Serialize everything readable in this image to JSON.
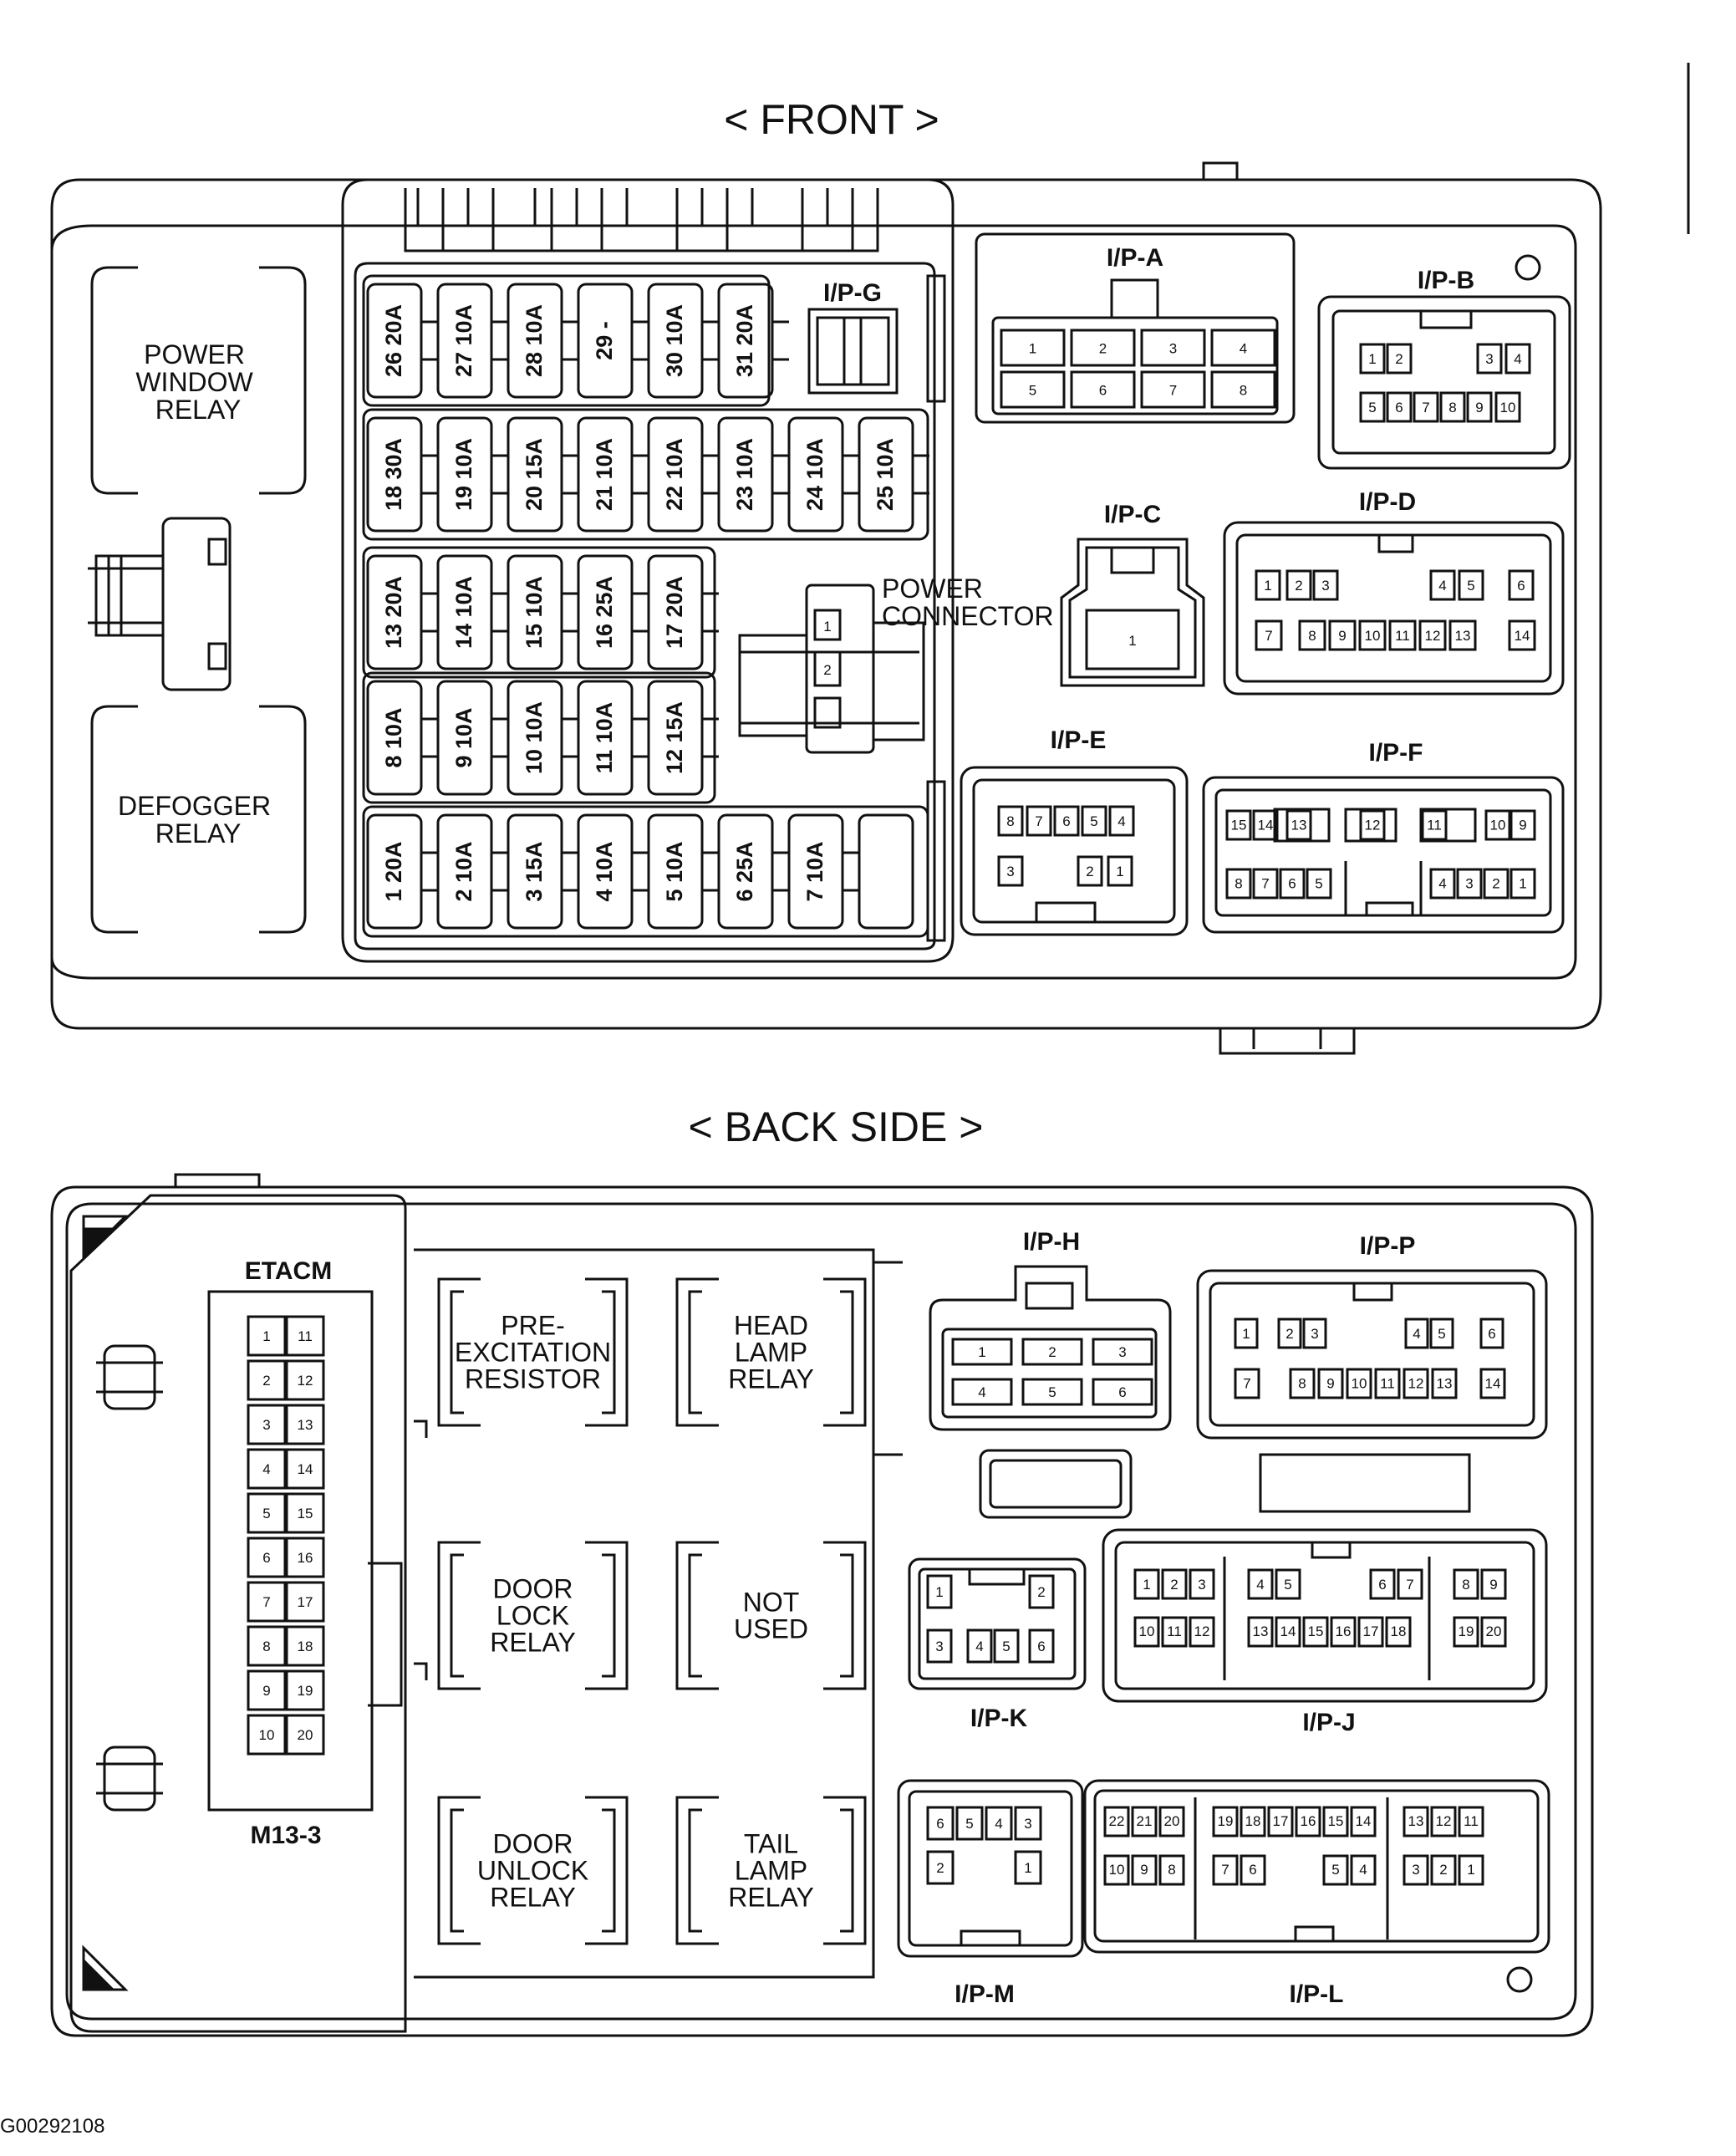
{
  "front": {
    "title": "< FRONT >",
    "relays": [
      {
        "lines": [
          "POWER",
          "WINDOW",
          "RELAY"
        ]
      },
      {
        "lines": [
          "DEFOGGER",
          "RELAY"
        ]
      }
    ],
    "fuse_rows": [
      [
        [
          "26",
          "20A"
        ],
        [
          "27",
          "10A"
        ],
        [
          "28",
          "10A"
        ],
        [
          "29",
          "-"
        ],
        [
          "30",
          "10A"
        ],
        [
          "31",
          "20A"
        ]
      ],
      [
        [
          "18",
          "30A"
        ],
        [
          "19",
          "10A"
        ],
        [
          "20",
          "15A"
        ],
        [
          "21",
          "10A"
        ],
        [
          "22",
          "10A"
        ],
        [
          "23",
          "10A"
        ],
        [
          "24",
          "10A"
        ],
        [
          "25",
          "10A"
        ]
      ],
      [
        [
          "13",
          "20A"
        ],
        [
          "14",
          "10A"
        ],
        [
          "15",
          "10A"
        ],
        [
          "16",
          "25A"
        ],
        [
          "17",
          "20A"
        ]
      ],
      [
        [
          "8",
          "10A"
        ],
        [
          "9",
          "10A"
        ],
        [
          "10",
          "10A"
        ],
        [
          "11",
          "10A"
        ],
        [
          "12",
          "15A"
        ]
      ],
      [
        [
          "1",
          "20A"
        ],
        [
          "2",
          "10A"
        ],
        [
          "3",
          "15A"
        ],
        [
          "4",
          "10A"
        ],
        [
          "5",
          "10A"
        ],
        [
          "6",
          "25A"
        ],
        [
          "7",
          "10A"
        ]
      ]
    ],
    "ipg_label": "I/P-G",
    "power_connector": {
      "lines": [
        "POWER",
        "CONNECTOR"
      ],
      "pins": [
        "1",
        "2"
      ]
    },
    "connectors": {
      "ipa": {
        "label": "I/P-A",
        "rows": [
          [
            "1",
            "2",
            "3",
            "4"
          ],
          [
            "5",
            "6",
            "7",
            "8"
          ]
        ]
      },
      "ipb": {
        "label": "I/P-B",
        "rows": [
          [
            "1",
            "2",
            "3",
            "4"
          ],
          [
            "5",
            "6",
            "7",
            "8",
            "9",
            "10"
          ]
        ]
      },
      "ipc": {
        "label": "I/P-C",
        "rows": [
          [
            "1"
          ]
        ]
      },
      "ipd": {
        "label": "I/P-D",
        "rows": [
          [
            "1",
            "2",
            "3",
            "4",
            "5",
            "6"
          ],
          [
            "7",
            "8",
            "9",
            "10",
            "11",
            "12",
            "13",
            "14"
          ]
        ]
      },
      "ipe": {
        "label": "I/P-E",
        "rows": [
          [
            "8",
            "7",
            "6",
            "5",
            "4"
          ],
          [
            "3",
            "2",
            "1"
          ]
        ]
      },
      "ipf": {
        "label": "I/P-F",
        "rows": [
          [
            "15",
            "14",
            "13",
            "12",
            "11",
            "10",
            "9"
          ],
          [
            "8",
            "7",
            "6",
            "5",
            "4",
            "3",
            "2",
            "1"
          ]
        ]
      }
    }
  },
  "back": {
    "title": "< BACK SIDE >",
    "etacm_label": "ETACM",
    "m13_label": "M13-3",
    "etacm_pins": [
      [
        "1",
        "11"
      ],
      [
        "2",
        "12"
      ],
      [
        "3",
        "13"
      ],
      [
        "4",
        "14"
      ],
      [
        "5",
        "15"
      ],
      [
        "6",
        "16"
      ],
      [
        "7",
        "17"
      ],
      [
        "8",
        "18"
      ],
      [
        "9",
        "19"
      ],
      [
        "10",
        "20"
      ]
    ],
    "relays": [
      {
        "lines": [
          "PRE-",
          "EXCITATION",
          "RESISTOR"
        ]
      },
      {
        "lines": [
          "HEAD",
          "LAMP",
          "RELAY"
        ]
      },
      {
        "lines": [
          "DOOR",
          "LOCK",
          "RELAY"
        ]
      },
      {
        "lines": [
          "NOT",
          "USED"
        ]
      },
      {
        "lines": [
          "DOOR",
          "UNLOCK",
          "RELAY"
        ]
      },
      {
        "lines": [
          "TAIL",
          "LAMP",
          "RELAY"
        ]
      }
    ],
    "connectors": {
      "iph": {
        "label": "I/P-H",
        "rows": [
          [
            "1",
            "2",
            "3"
          ],
          [
            "4",
            "5",
            "6"
          ]
        ]
      },
      "ipp": {
        "label": "I/P-P",
        "rows": [
          [
            "1",
            "2",
            "3",
            "4",
            "5",
            "6"
          ],
          [
            "7",
            "8",
            "9",
            "10",
            "11",
            "12",
            "13",
            "14"
          ]
        ]
      },
      "ipk": {
        "label": "I/P-K",
        "rows": [
          [
            "1",
            "2"
          ],
          [
            "3",
            "4",
            "5",
            "6"
          ]
        ]
      },
      "ipj": {
        "label": "I/P-J",
        "rows": [
          [
            "1",
            "2",
            "3",
            "4",
            "5",
            "6",
            "7",
            "8",
            "9"
          ],
          [
            "10",
            "11",
            "12",
            "13",
            "14",
            "15",
            "16",
            "17",
            "18",
            "19",
            "20"
          ]
        ]
      },
      "ipm": {
        "label": "I/P-M",
        "rows": [
          [
            "6",
            "5",
            "4",
            "3"
          ],
          [
            "2",
            "1"
          ]
        ]
      },
      "ipl": {
        "label": "I/P-L",
        "rows": [
          [
            "22",
            "21",
            "20",
            "19",
            "18",
            "17",
            "16",
            "15",
            "14",
            "13",
            "12",
            "11"
          ],
          [
            "10",
            "9",
            "8",
            "7",
            "6",
            "5",
            "4",
            "3",
            "2",
            "1"
          ]
        ]
      }
    }
  },
  "figure_code": "G00292108"
}
